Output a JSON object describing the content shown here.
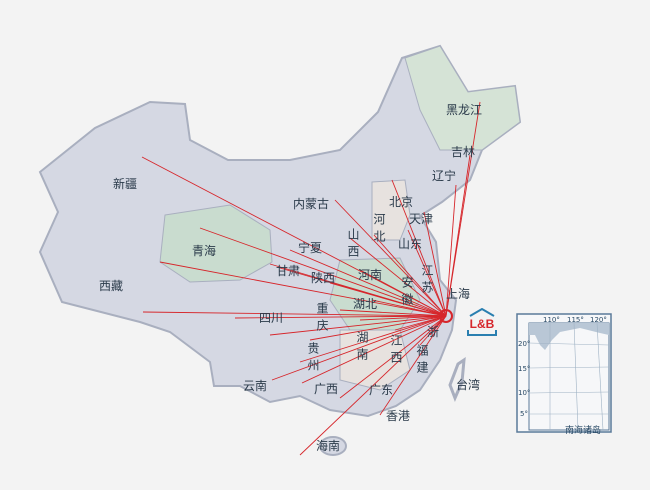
{
  "map": {
    "hub": "上海",
    "route_color": "#d6262b",
    "land_color": "#d5d8e3",
    "provinces": [
      {
        "id": "xinjiang",
        "name": "新疆"
      },
      {
        "id": "xizang",
        "name": "西藏"
      },
      {
        "id": "qinghai",
        "name": "青海"
      },
      {
        "id": "gansu",
        "name": "甘肃"
      },
      {
        "id": "ningxia",
        "name": "宁夏"
      },
      {
        "id": "neimenggu",
        "name": "内蒙古"
      },
      {
        "id": "heilongjiang",
        "name": "黑龙江"
      },
      {
        "id": "jilin",
        "name": "吉林"
      },
      {
        "id": "liaoning",
        "name": "辽宁"
      },
      {
        "id": "beijing",
        "name": "北京"
      },
      {
        "id": "tianjin",
        "name": "天津"
      },
      {
        "id": "hebei",
        "name": "河北"
      },
      {
        "id": "shanxi",
        "name": "山西"
      },
      {
        "id": "shandong",
        "name": "山东"
      },
      {
        "id": "henan",
        "name": "河南"
      },
      {
        "id": "shaanxi",
        "name": "陕西"
      },
      {
        "id": "sichuan",
        "name": "四川"
      },
      {
        "id": "chongqing",
        "name": "重庆"
      },
      {
        "id": "hubei",
        "name": "湖北"
      },
      {
        "id": "anhui",
        "name": "安徽"
      },
      {
        "id": "jiangsu",
        "name": "江苏"
      },
      {
        "id": "shanghai",
        "name": "上海"
      },
      {
        "id": "zhejiang",
        "name": "浙"
      },
      {
        "id": "hunan",
        "name": "湖南"
      },
      {
        "id": "jiangxi",
        "name": "江西"
      },
      {
        "id": "fujian",
        "name": "福建"
      },
      {
        "id": "guizhou",
        "name": "贵州"
      },
      {
        "id": "yunnan",
        "name": "云南"
      },
      {
        "id": "guangxi",
        "name": "广西"
      },
      {
        "id": "guangdong",
        "name": "广东"
      },
      {
        "id": "hongkong",
        "name": "香港"
      },
      {
        "id": "hainan",
        "name": "海南"
      },
      {
        "id": "taiwan",
        "name": "台湾"
      }
    ],
    "logo": "L&B",
    "inset": {
      "title": "南海诸岛",
      "lon_ticks": [
        "110°",
        "115°",
        "120°"
      ],
      "lat_ticks": [
        "20°",
        "15°",
        "10°",
        "5°"
      ]
    }
  }
}
